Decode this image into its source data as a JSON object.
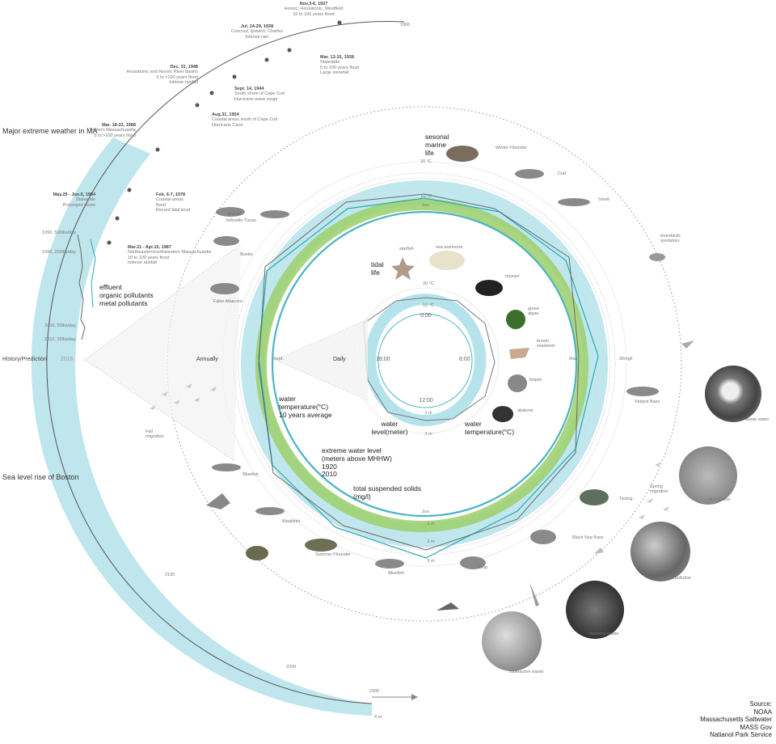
{
  "colors": {
    "sea_level_band": "#bfe6ec",
    "annual_temp_band": "#9ccf6b",
    "water_level_band": "#b5e3eb",
    "tss_line": "#2aa8b5",
    "temp_line": "#6a6a6a",
    "timeline": "#555555"
  },
  "timeline": {
    "axis_title": "History/Prediction",
    "current_year": "2016",
    "year_ticks": [
      "1900",
      "2100",
      "2200",
      "2300"
    ],
    "sea_level_end": "4 m",
    "sea_level_title": "Sea level rise of Boston",
    "weather_title": "Major extreme weather in MA",
    "events": [
      {
        "date": "Nov.3-6, 1927",
        "lines": [
          "Hoosic, Housatonic, Westfield",
          "10 to 100 years flood"
        ]
      },
      {
        "date": "Jul. 24-29, 1938",
        "lines": [
          "Concord, Ipswich, Charles",
          "Intense rain"
        ]
      },
      {
        "date": "Mar. 13-15, 1938",
        "lines": [
          "Statewide",
          "5 to 100 years flood",
          "Large snowfall"
        ]
      },
      {
        "date": "Dec. 31, 1948",
        "lines": [
          "Housatonic and Hoosic River basins",
          "5 to >100 years flood",
          "Intense rainfall"
        ]
      },
      {
        "date": "Sept. 14, 1944",
        "lines": [
          "South shore of Cape Cod",
          "Hurricane wave surge"
        ]
      },
      {
        "date": "Aug.31, 1954",
        "lines": [
          "Coastal areas south of Cape Cod",
          "Hurricane Carol"
        ]
      },
      {
        "date": "Mar. 18-22, 1968",
        "lines": [
          "Eastern Massachusetts",
          "5 to >100 years flood"
        ]
      },
      {
        "date": "Feb. 6-7, 1978",
        "lines": [
          "Coastal areas",
          "flood",
          "Record tidal level"
        ]
      },
      {
        "date": "May.29 - Jun.5, 1984",
        "lines": [
          "Statewide",
          "Prolonged storm"
        ]
      },
      {
        "date": "Mar.31 - Apr.10, 1987",
        "lines": [
          "Northeastern/northwestern Massachusetts",
          "10 to 100 years flood",
          "Intense rainfall"
        ]
      }
    ],
    "effluent": {
      "title": "effluent",
      "lines": [
        "organic pollutants",
        "metal pollutants"
      ],
      "labels": [
        "1992, 500lbs/day",
        "1996, 200lbs/day",
        "2006, 50lbs/day",
        "2010, 10lbs/day"
      ]
    }
  },
  "annual": {
    "ring_label": "Annually",
    "months": [
      "Jan.",
      "Mar.",
      "Jun.",
      "Sept."
    ],
    "temp_scale": [
      "20 °C",
      "10 °C"
    ],
    "tss_scale": "30mg/l",
    "water_level_scale": [
      "3 m",
      "2 m",
      "1 m"
    ],
    "legend": {
      "water_temp": [
        "water",
        "temperature(°C)",
        "10 years average"
      ],
      "extreme_level": [
        "extreme water level",
        "(meters above MHHW)",
        "1920",
        "2010"
      ],
      "tss": [
        "total suspended solids",
        "(mg/l)"
      ]
    }
  },
  "daily": {
    "ring_label": "Daily",
    "hours": [
      "0:00",
      "6:00",
      "12:00",
      "18:00"
    ],
    "temp_scale": [
      "20 °C",
      "10 °C"
    ],
    "level_scale": [
      "1 m",
      "3 m"
    ],
    "legend_level": [
      "water",
      "level(meter)"
    ],
    "legend_temp": [
      "water",
      "temperature(°C)"
    ]
  },
  "marine": {
    "title": [
      "sesonal",
      "marine",
      "life"
    ],
    "species": [
      "Winter Flounder",
      "Cod",
      "Smelt",
      "Bluefin",
      "Yellowfin Tunas",
      "Bonito",
      "False Albacore",
      "Striped Bass",
      "Bluefish",
      "Weakfish",
      "Summer Flounder",
      "Bluefish",
      "Scup",
      "Black Sea Bass",
      "Tautog"
    ],
    "shorebirds": [
      "shorebirds",
      "predators"
    ],
    "fall_migration": [
      "Fall",
      "migration"
    ],
    "spring_migration": [
      "Spring",
      "migration"
    ]
  },
  "tidal": {
    "title": [
      "tidal",
      "life"
    ],
    "species": [
      "starfish",
      "sea anemone",
      "mussel",
      "green",
      "algae",
      "brown",
      "seaweed",
      "limpet",
      "abalone"
    ]
  },
  "pollution": [
    "waste water",
    "oil pollution",
    "plastics pollution",
    "chemical waste",
    "radioactive waste"
  ],
  "sources": [
    "Source:",
    "NOAA",
    "Massachusetts Saltwater",
    "MASS Gov",
    "Natianol Park Service"
  ]
}
